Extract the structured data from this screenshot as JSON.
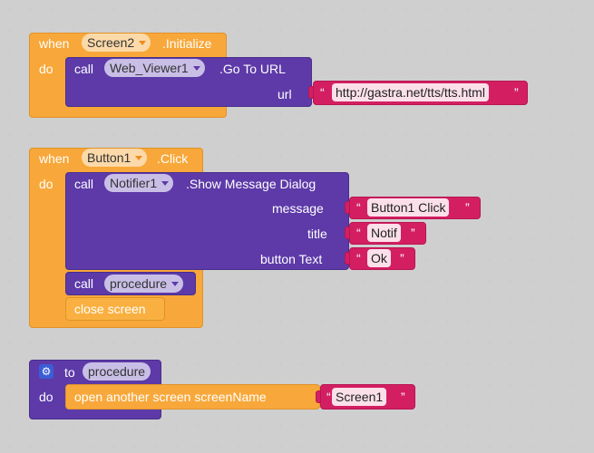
{
  "event1": {
    "when": "when",
    "component": "Screen2",
    "event": ".Initialize",
    "do": "do",
    "call": "call",
    "target": "Web_Viewer1",
    "method": ".Go To URL",
    "arg_label": "url",
    "arg_value": "http://gastra.net/tts/tts.html"
  },
  "event2": {
    "when": "when",
    "component": "Button1",
    "event": ".Click",
    "do": "do",
    "call": "call",
    "target": "Notifier1",
    "method": ".Show Message Dialog",
    "args": [
      {
        "label": "message",
        "value": "Button1 Click"
      },
      {
        "label": "title",
        "value": "Notif"
      },
      {
        "label": "button Text",
        "value": "Ok"
      }
    ],
    "call2": "call",
    "procedure": "procedure",
    "close": "close screen"
  },
  "proc": {
    "to": "to",
    "name": "procedure",
    "do": "do",
    "action": "open another screen  screenName",
    "value": "Screen1"
  },
  "quote_open": "“",
  "quote_close": "”"
}
